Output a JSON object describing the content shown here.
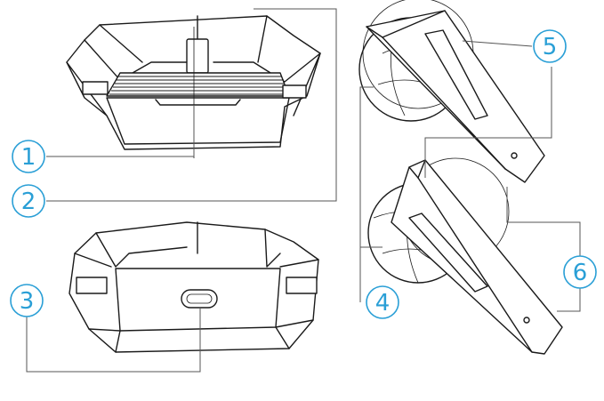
{
  "callouts": [
    {
      "id": "1",
      "label": "1"
    },
    {
      "id": "2",
      "label": "2"
    },
    {
      "id": "3",
      "label": "3"
    },
    {
      "id": "4",
      "label": "4"
    },
    {
      "id": "5",
      "label": "5"
    },
    {
      "id": "6",
      "label": "6"
    }
  ],
  "colors": {
    "callout": "#2a9fd6",
    "line": "#1a1a1a",
    "leader": "#555555",
    "background": "#ffffff"
  }
}
